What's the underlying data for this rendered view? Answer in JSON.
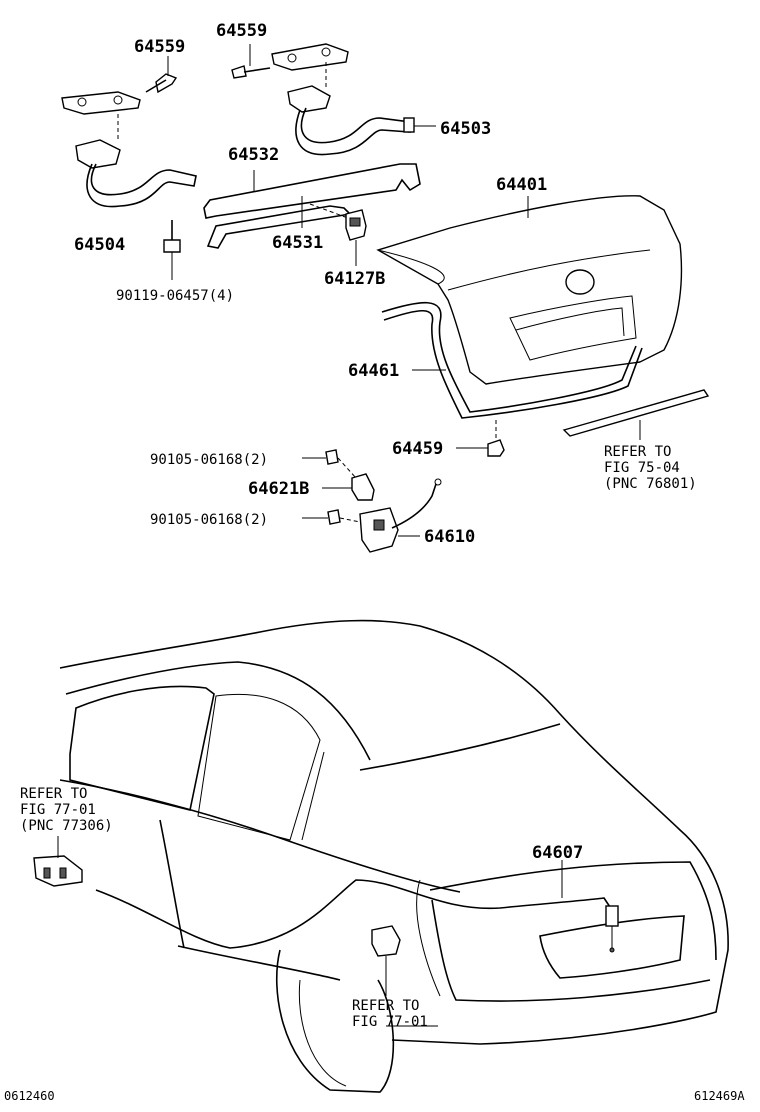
{
  "parts": {
    "p64559a": "64559",
    "p64559b": "64559",
    "p64503": "64503",
    "p64532": "64532",
    "p64401": "64401",
    "p64504": "64504",
    "p64531": "64531",
    "p64127b": "64127B",
    "p90119": "90119-06457(4)",
    "p64461": "64461",
    "p64459": "64459",
    "p90105a": "90105-06168(2)",
    "p64621b": "64621B",
    "p90105b": "90105-06168(2)",
    "p64610": "64610",
    "p64607": "64607"
  },
  "refs": {
    "r1_line1": "REFER TO",
    "r1_line2": "FIG 75-04",
    "r1_line3": "(PNC 76801)",
    "r2_line1": "REFER TO",
    "r2_line2": "FIG 77-01",
    "r2_line3": "(PNC 77306)",
    "r3_line1": "REFER TO",
    "r3_line2": "FIG 77-01"
  },
  "codes": {
    "left": "0612460",
    "right": "612469A"
  }
}
